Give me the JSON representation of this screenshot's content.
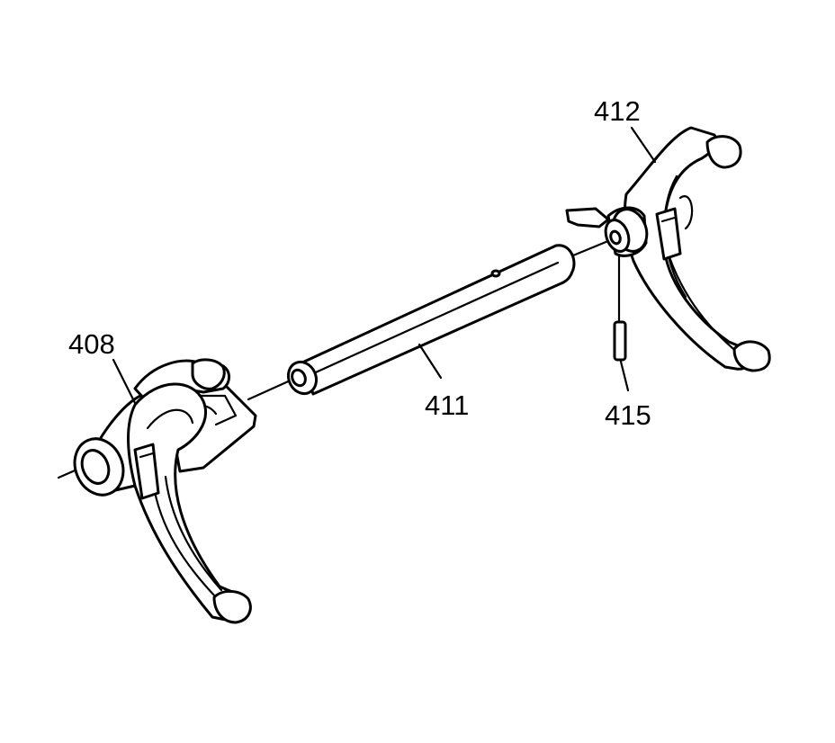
{
  "callouts": {
    "fork_left": "408",
    "shaft": "411",
    "fork_right": "412",
    "pin": "415"
  },
  "colors": {
    "line": "#000000",
    "background": "#ffffff"
  }
}
